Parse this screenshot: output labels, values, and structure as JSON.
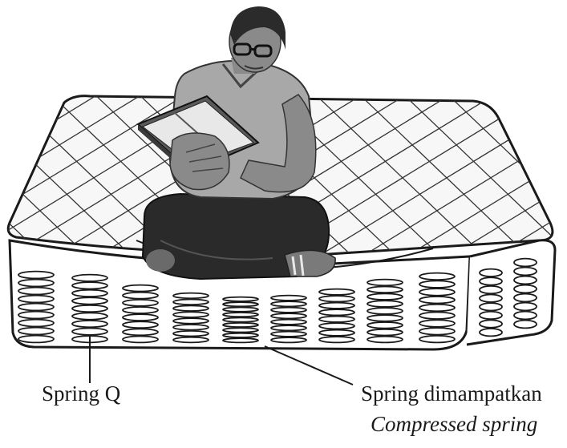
{
  "labels": {
    "spring_q": "Spring Q",
    "compressed_ms": "Spring dimampatkan",
    "compressed_en": "Compressed spring"
  },
  "colors": {
    "ink": "#1a1a1a",
    "mattress_top": "#f7f7f7",
    "mattress_side": "#ffffff",
    "skin": "#8a8a8a",
    "shirt": "#a8a8a8",
    "trousers": "#2a2a2a",
    "book": "#5a5a5a",
    "hair": "#2b2b2b"
  },
  "icons": {
    "person": "person-reading-icon",
    "book": "book-icon",
    "spring": "coil-spring-icon"
  }
}
